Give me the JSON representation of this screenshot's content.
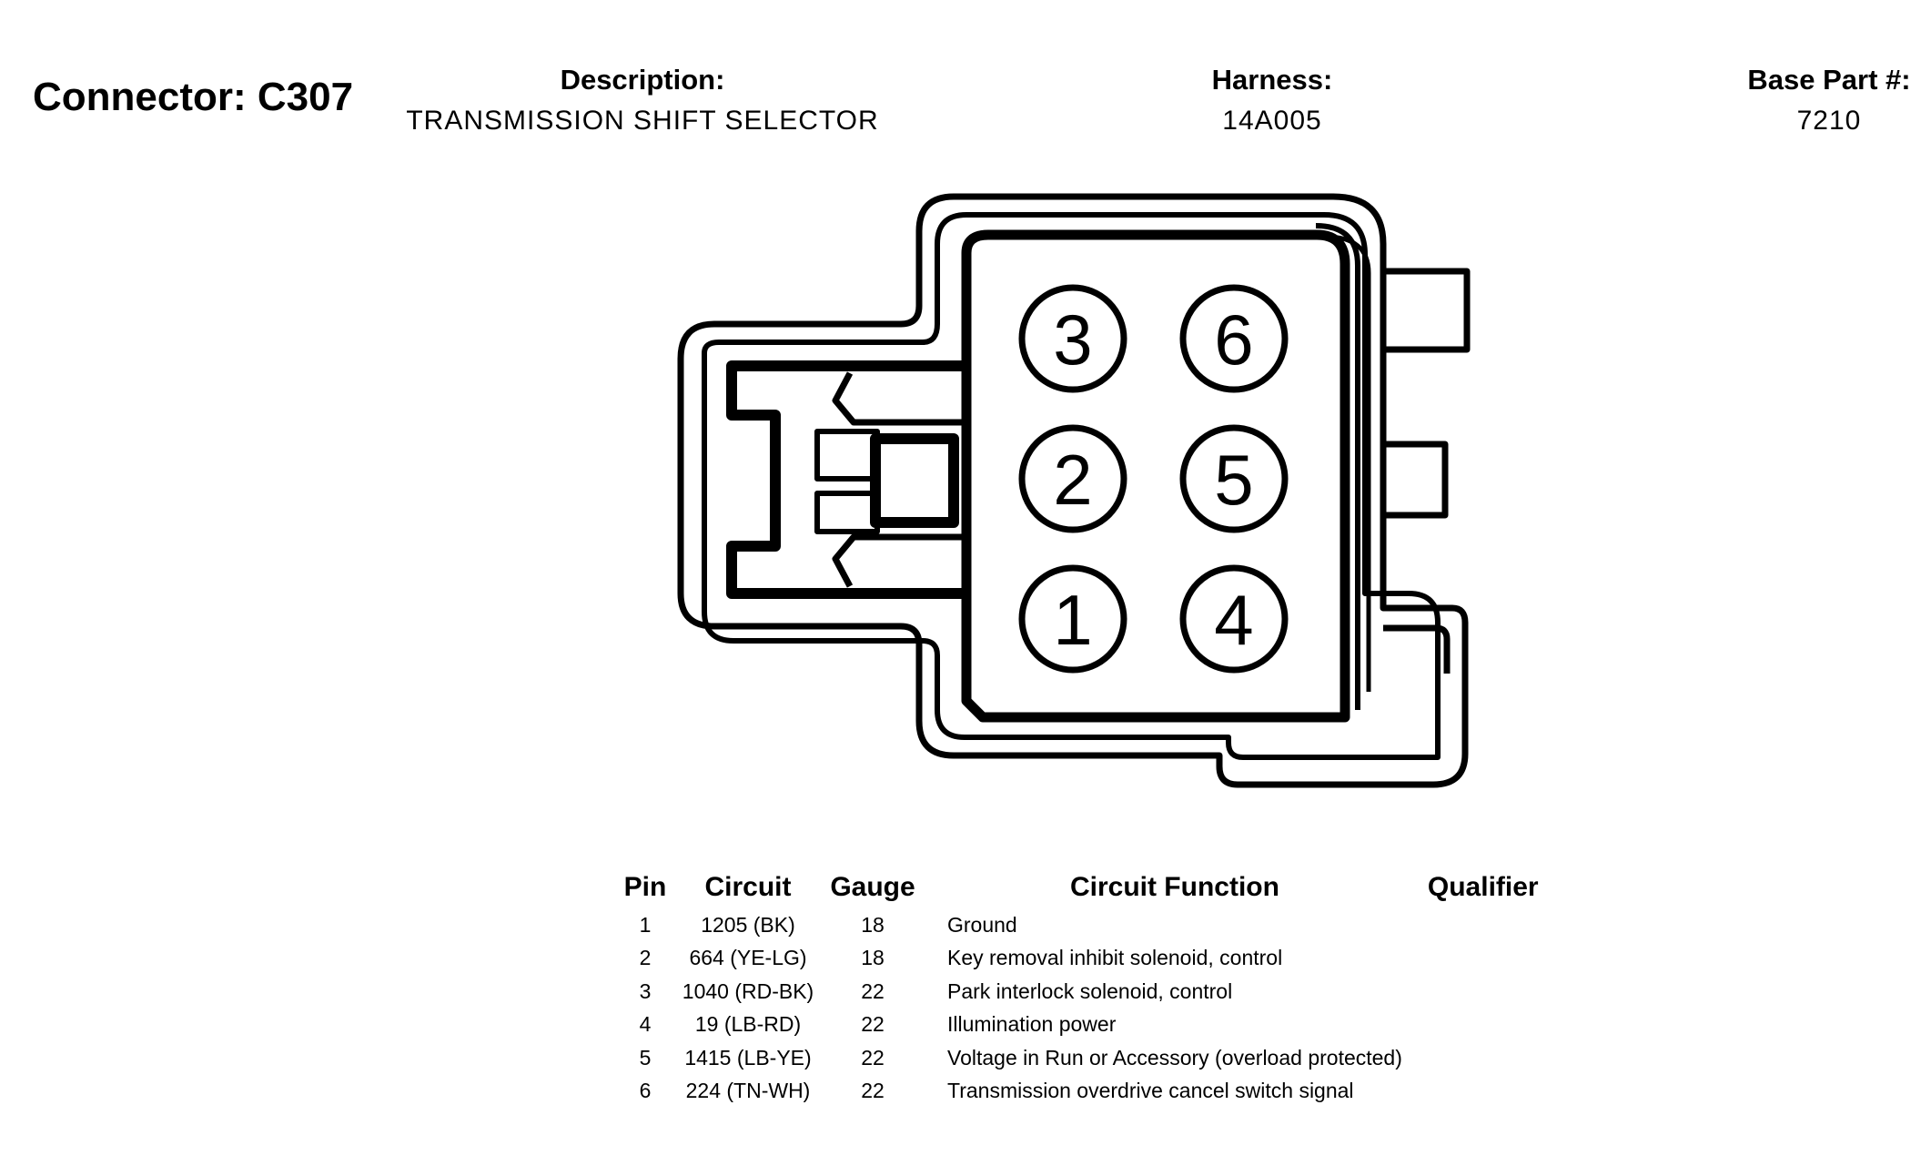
{
  "header": {
    "connector": "Connector: C307",
    "description_label": "Description:",
    "description": "TRANSMISSION SHIFT SELECTOR",
    "harness_label": "Harness:",
    "harness": "14A005",
    "base_part_label": "Base Part #:",
    "base_part": "7210"
  },
  "pins_diagram": [
    "3",
    "6",
    "2",
    "5",
    "1",
    "4"
  ],
  "table": {
    "columns": [
      "Pin",
      "Circuit",
      "Gauge",
      "Circuit Function",
      "Qualifier"
    ],
    "rows": [
      {
        "pin": "1",
        "circuit": "1205 (BK)",
        "gauge": "18",
        "function": "Ground",
        "qualifier": ""
      },
      {
        "pin": "2",
        "circuit": "664 (YE-LG)",
        "gauge": "18",
        "function": "Key removal inhibit solenoid, control",
        "qualifier": ""
      },
      {
        "pin": "3",
        "circuit": "1040 (RD-BK)",
        "gauge": "22",
        "function": "Park interlock solenoid, control",
        "qualifier": ""
      },
      {
        "pin": "4",
        "circuit": "19 (LB-RD)",
        "gauge": "22",
        "function": "Illumination power",
        "qualifier": ""
      },
      {
        "pin": "5",
        "circuit": "1415 (LB-YE)",
        "gauge": "22",
        "function": "Voltage in Run or Accessory (overload protected)",
        "qualifier": ""
      },
      {
        "pin": "6",
        "circuit": "224 (TN-WH)",
        "gauge": "22",
        "function": "Transmission overdrive cancel switch signal",
        "qualifier": ""
      }
    ]
  }
}
